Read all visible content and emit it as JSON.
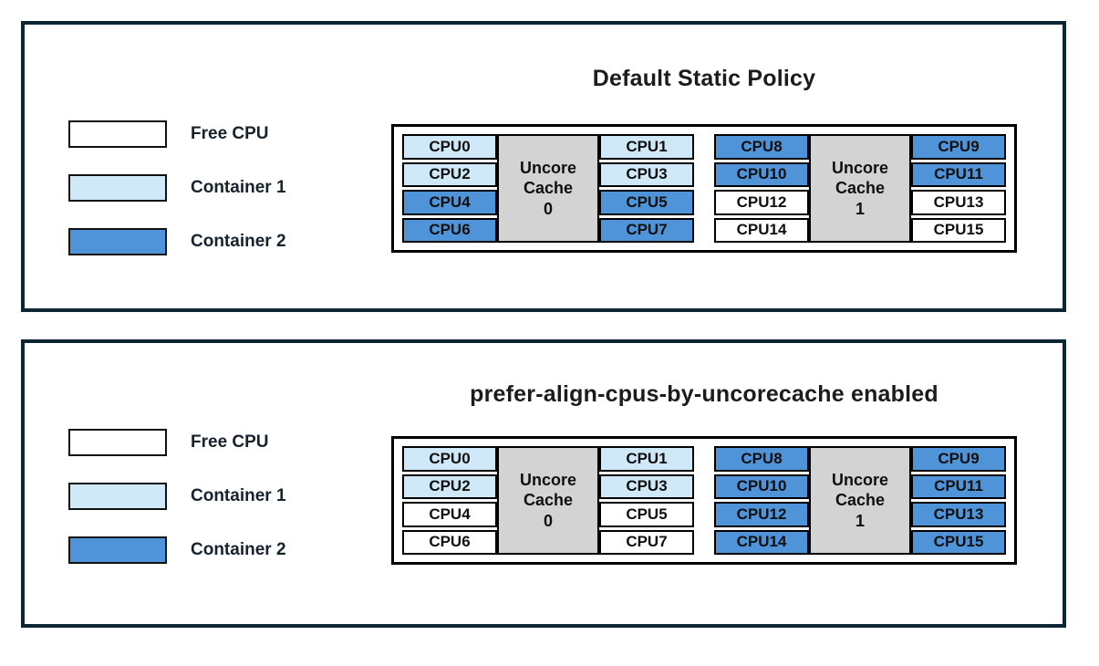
{
  "colors": {
    "free_cpu": "#ffffff",
    "container1": "#cfe9f8",
    "container2": "#4f93d8",
    "cache_box": "#d3d3d3",
    "panel_border": "#0c2733",
    "diagram_border": "#000000"
  },
  "legend": {
    "items": [
      {
        "label": "Free CPU",
        "owner": "free_cpu"
      },
      {
        "label": "Container 1",
        "owner": "container1"
      },
      {
        "label": "Container 2",
        "owner": "container2"
      }
    ]
  },
  "panels": [
    {
      "title": "Default Static Policy",
      "groups": [
        {
          "cache": {
            "lines": [
              "Uncore",
              "Cache",
              "0"
            ]
          },
          "left": [
            {
              "label": "CPU0",
              "owner": "container1"
            },
            {
              "label": "CPU2",
              "owner": "container1"
            },
            {
              "label": "CPU4",
              "owner": "container2"
            },
            {
              "label": "CPU6",
              "owner": "container2"
            }
          ],
          "right": [
            {
              "label": "CPU1",
              "owner": "container1"
            },
            {
              "label": "CPU3",
              "owner": "container1"
            },
            {
              "label": "CPU5",
              "owner": "container2"
            },
            {
              "label": "CPU7",
              "owner": "container2"
            }
          ]
        },
        {
          "cache": {
            "lines": [
              "Uncore",
              "Cache",
              "1"
            ]
          },
          "left": [
            {
              "label": "CPU8",
              "owner": "container2"
            },
            {
              "label": "CPU10",
              "owner": "container2"
            },
            {
              "label": "CPU12",
              "owner": "free_cpu"
            },
            {
              "label": "CPU14",
              "owner": "free_cpu"
            }
          ],
          "right": [
            {
              "label": "CPU9",
              "owner": "container2"
            },
            {
              "label": "CPU11",
              "owner": "container2"
            },
            {
              "label": "CPU13",
              "owner": "free_cpu"
            },
            {
              "label": "CPU15",
              "owner": "free_cpu"
            }
          ]
        }
      ]
    },
    {
      "title": "prefer-align-cpus-by-uncorecache enabled",
      "groups": [
        {
          "cache": {
            "lines": [
              "Uncore",
              "Cache",
              "0"
            ]
          },
          "left": [
            {
              "label": "CPU0",
              "owner": "container1"
            },
            {
              "label": "CPU2",
              "owner": "container1"
            },
            {
              "label": "CPU4",
              "owner": "free_cpu"
            },
            {
              "label": "CPU6",
              "owner": "free_cpu"
            }
          ],
          "right": [
            {
              "label": "CPU1",
              "owner": "container1"
            },
            {
              "label": "CPU3",
              "owner": "container1"
            },
            {
              "label": "CPU5",
              "owner": "free_cpu"
            },
            {
              "label": "CPU7",
              "owner": "free_cpu"
            }
          ]
        },
        {
          "cache": {
            "lines": [
              "Uncore",
              "Cache",
              "1"
            ]
          },
          "left": [
            {
              "label": "CPU8",
              "owner": "container2"
            },
            {
              "label": "CPU10",
              "owner": "container2"
            },
            {
              "label": "CPU12",
              "owner": "container2"
            },
            {
              "label": "CPU14",
              "owner": "container2"
            }
          ],
          "right": [
            {
              "label": "CPU9",
              "owner": "container2"
            },
            {
              "label": "CPU11",
              "owner": "container2"
            },
            {
              "label": "CPU13",
              "owner": "container2"
            },
            {
              "label": "CPU15",
              "owner": "container2"
            }
          ]
        }
      ]
    }
  ]
}
